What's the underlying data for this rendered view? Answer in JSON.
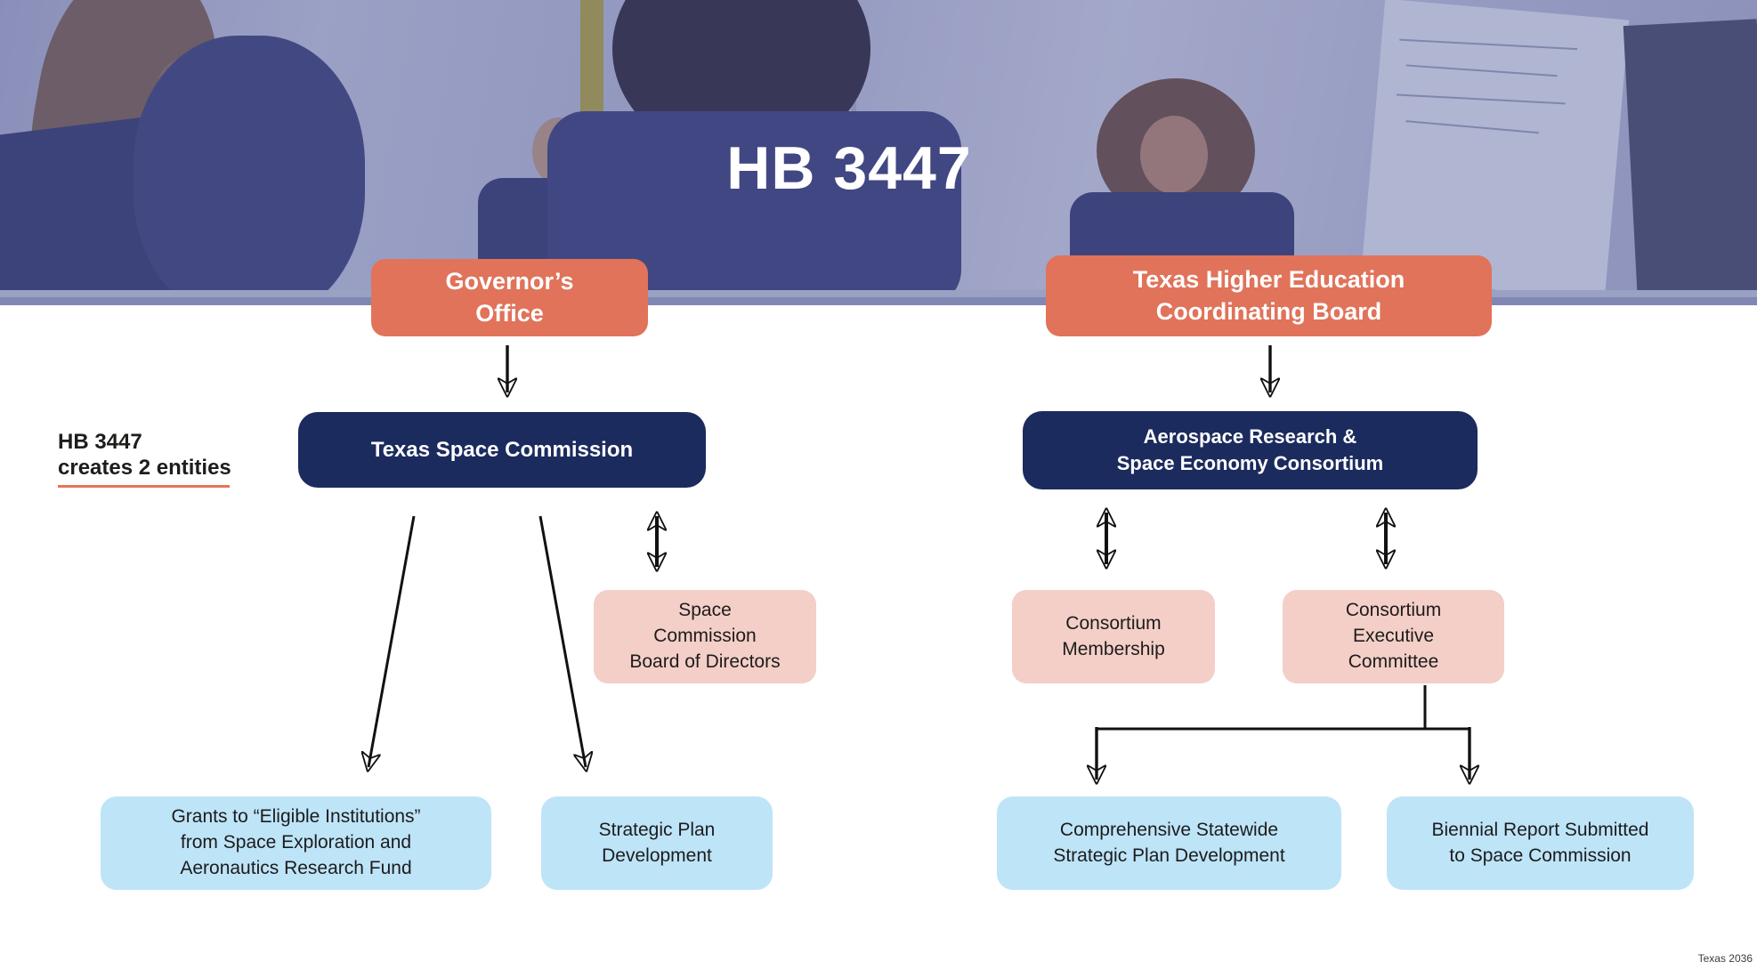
{
  "colors": {
    "accent_orange": "#E0735A",
    "navy": "#1B2B5E",
    "pink": "#F4CFC7",
    "light_blue": "#BEE4F8",
    "underline": "#E8735A"
  },
  "header": {
    "title": "HB 3447"
  },
  "side_note": {
    "text": "HB 3447\ncreates 2 entities"
  },
  "nodes": {
    "governors_office": {
      "label": "Governor’s\nOffice"
    },
    "thecb": {
      "label": "Texas Higher Education\nCoordinating Board"
    },
    "space_commission": {
      "label": "Texas Space Commission"
    },
    "aerospace_consortium": {
      "label": "Aerospace Research &\nSpace Economy Consortium"
    },
    "board_of_directors": {
      "label": "Space\nCommission\nBoard of Directors"
    },
    "consortium_membership": {
      "label": "Consortium\nMembership"
    },
    "consortium_exec": {
      "label": "Consortium\nExecutive\nCommittee"
    },
    "grants": {
      "label": "Grants to “Eligible Institutions”\nfrom Space Exploration and\nAeronautics Research Fund"
    },
    "strategic_plan": {
      "label": "Strategic Plan\nDevelopment"
    },
    "comprehensive_plan": {
      "label": "Comprehensive Statewide\nStrategic Plan Development"
    },
    "biennial_report": {
      "label": "Biennial Report Submitted\nto Space Commission"
    }
  },
  "footer": {
    "brand": "Texas 2036"
  }
}
